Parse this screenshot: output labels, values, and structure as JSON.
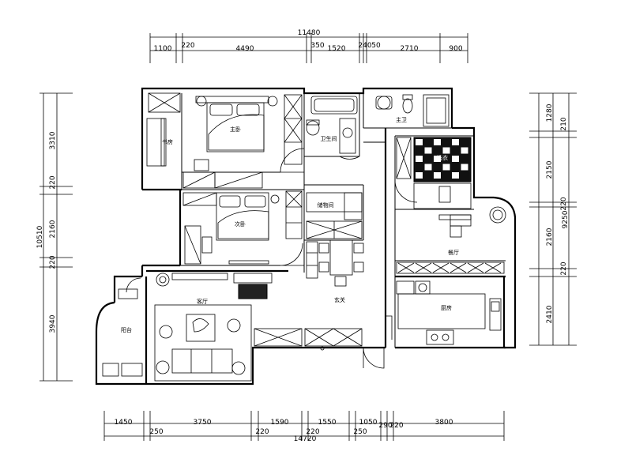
{
  "top_dims": {
    "total": "11480",
    "segments": [
      "1100",
      "220",
      "4490",
      "350",
      "1520",
      "240",
      "50",
      "2710",
      "900"
    ]
  },
  "bottom_dims": {
    "total": "14720",
    "segments": [
      "1450",
      "3750",
      "1590",
      "1550",
      "1050",
      "3800"
    ],
    "sub_segments": [
      "250",
      "220",
      "220",
      "250",
      "290",
      "220"
    ]
  },
  "left_dims": {
    "total": "10510",
    "segments": [
      "3310",
      "220",
      "2160",
      "220",
      "3940"
    ]
  },
  "right_dims": {
    "total": "9250",
    "segments": [
      "1280",
      "210",
      "2150",
      "220",
      "2160",
      "220",
      "2410"
    ]
  },
  "rooms": {
    "master_bedroom": "主卧",
    "study": "书房",
    "second_bedroom": "次卧",
    "living_room": "客厅",
    "dining_room": "餐厅",
    "bathroom": "卫生间",
    "master_bath": "主卫",
    "laundry": "洗衣",
    "storage": "储物间",
    "kitchen": "厨房",
    "balcony": "阳台",
    "foyer": "玄关"
  }
}
